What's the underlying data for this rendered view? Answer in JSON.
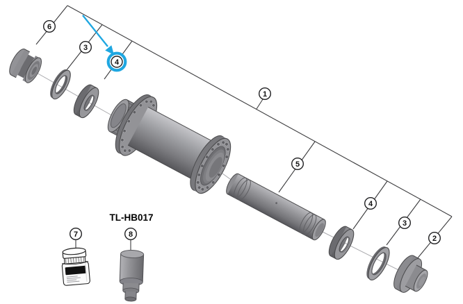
{
  "background_color": "#ffffff",
  "accent_color": "#1FA7E1",
  "leader_line_color": "#3c3c3e",
  "tool_label": "TL-HB017",
  "callouts": {
    "c1": "1",
    "c2": "2",
    "c3_left": "3",
    "c3_right": "3",
    "c4_left_highlighted": "4",
    "c4_right": "4",
    "c5": "5",
    "c6": "6",
    "c7": "7",
    "c8": "8"
  },
  "parts": [
    "end-cap-left",
    "seal-ring-left",
    "cartridge-bearing-left",
    "hub-shell-with-centerlock-flanges",
    "thru-axle",
    "cartridge-bearing-right",
    "seal-ring-right",
    "end-cap-right",
    "grease-jar",
    "bearing-press-tool"
  ],
  "highlight": {
    "highlighted_callout": "4",
    "indicator": "blue-arrow-and-ring"
  }
}
